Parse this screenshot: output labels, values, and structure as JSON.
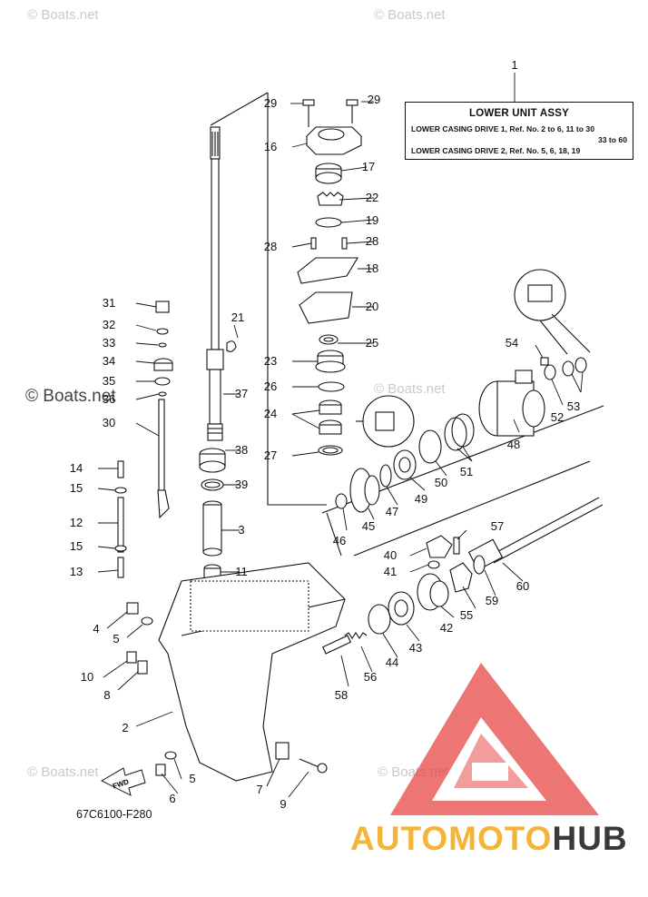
{
  "watermarks": {
    "text": "© Boats.net"
  },
  "title_box": {
    "heading": "LOWER UNIT ASSY",
    "line1": "LOWER CASING DRIVE 1,  Ref. No. 2 to 6, 11 to 30",
    "line1b": "33 to 60",
    "line2": "LOWER CASING DRIVE 2,  Ref. No. 5, 6, 18, 19"
  },
  "diagram_code": "67C6100-F280",
  "fwd_label": "FWD",
  "brand": {
    "part1": "AUTOMOTO",
    "part2": "HUB",
    "color1": "#f4b43a",
    "color2": "#3a3a3a",
    "logo_color": "#e6413d"
  },
  "callouts": [
    "1",
    "2",
    "3",
    "4",
    "5",
    "5",
    "6",
    "7",
    "8",
    "9",
    "10",
    "11",
    "12",
    "13",
    "14",
    "15",
    "15",
    "16",
    "17",
    "18",
    "19",
    "20",
    "21",
    "22",
    "23",
    "24",
    "25",
    "26",
    "27",
    "28",
    "28",
    "29",
    "29",
    "30",
    "31",
    "32",
    "33",
    "34",
    "35",
    "36",
    "37",
    "38",
    "39",
    "40",
    "41",
    "42",
    "43",
    "44",
    "45",
    "46",
    "47",
    "48",
    "49",
    "50",
    "51",
    "52",
    "53",
    "54",
    "55",
    "56",
    "57",
    "58",
    "59",
    "60"
  ]
}
